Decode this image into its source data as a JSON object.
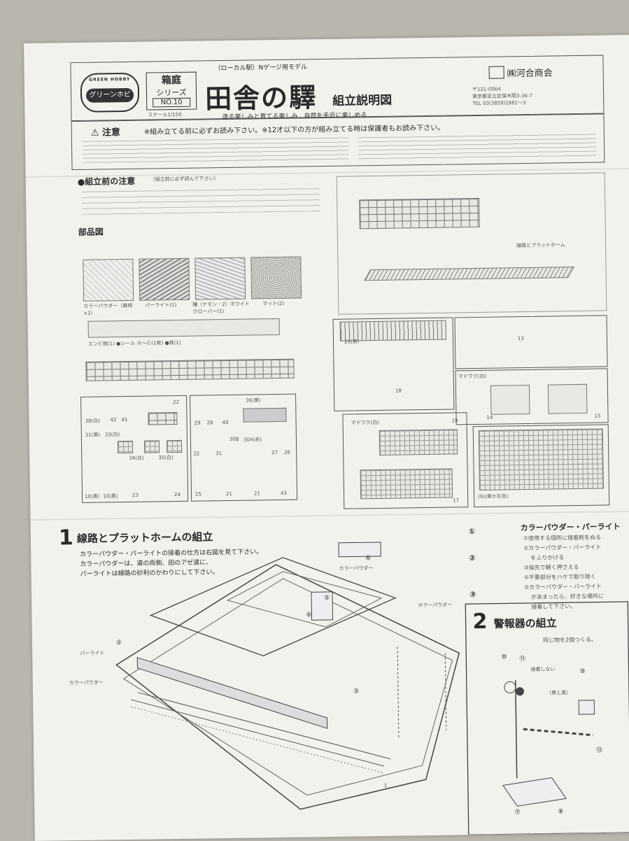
{
  "header": {
    "logo_top": "GREEN HOBBY",
    "logo_main": "グリーンホビー",
    "series_label": "箱庭",
    "series_sub": "シリーズ",
    "series_no": "NO.10",
    "scale": "スケール1/150",
    "subtitle": "（ローカル駅）Nゲージ用モデル",
    "title": "田舎の驛",
    "title_suffix": "組立説明図",
    "tagline": "造る楽しみと育てる楽しみ　自然を手近に楽しめる",
    "company": "㈱河合商会",
    "address1": "〒121-0064",
    "address2": "東京都足立区保木間3-36-7",
    "tel": "TEL 03(3859)1881〜3"
  },
  "caution": {
    "title": "注意",
    "text": "※組み立てる前に必ずお読み下さい。※12才以下の方が組み立てる時は保護者もお読み下さい。"
  },
  "pre_assembly": {
    "title": "●組立前の注意",
    "note": "（組立前に必ず読んで下さい）"
  },
  "parts": {
    "title": "部品図",
    "swatches": [
      {
        "label": "カラーパウダー（黄緑×1）"
      },
      {
        "label": "パーライト(1)"
      },
      {
        "label": "種（ナモン・2）ホワイトクローバー(1)"
      },
      {
        "label": "マット(2)"
      }
    ],
    "row_text": "エンビ板(1) ●シール Ⓐ〜Ⓒ(1枚) ●鉄(1)",
    "group_labels": [
      "38(白)",
      "42",
      "41",
      "22",
      "29",
      "28",
      "40",
      "36(黄)",
      "31(黒)",
      "33(白)",
      "34(白)",
      "35(白)",
      "32",
      "31",
      "30B",
      "30A(赤)",
      "27",
      "26",
      "10(黒)",
      "10(黒)",
      "23",
      "24",
      "25",
      "21",
      "21",
      "43"
    ]
  },
  "diagram_labels": {
    "platform": "線路とプラットホーム",
    "mado": "マドワク(白)",
    "mado2": "マドワク(白)",
    "n13": "13",
    "n18": "18",
    "n19": "19",
    "n14": "14",
    "n15": "15",
    "n17": "17",
    "n20": "20(黄)",
    "n16": "(9)(黄か灰色)"
  },
  "step1": {
    "num": "1",
    "title": "線路とプラットホームの組立",
    "line1": "カラーパウダー・パーライトの接着の仕方は右図を見て下さい。",
    "line2": "カラーパウダーは、道の両側、田のアゼ道に、",
    "line3": "パーライトは線路の砂利のかわりにして下さい。",
    "labels": {
      "perlite": "パーライト",
      "powder_left": "カラーパウダー",
      "powder_top": "カラーパウダー",
      "powder_right": "カラーパウダー",
      "c2": "②",
      "c3": "③",
      "c4": "④",
      "c5": "⑤",
      "c6": "⑥",
      "n1": "1"
    }
  },
  "powder_box": {
    "title": "カラーパウダー・パーライト",
    "steps": [
      "①使用する個所に接着剤をぬる",
      "②カラーパウダー・パーライト",
      "をふりかける",
      "③指先で軽く押さえる",
      "④不要部分をハケで取り除く",
      "⑤カラーパウダー・パーライト",
      "があまったら、好きな場所に",
      "接着して下さい。"
    ],
    "icons": [
      "①",
      "②",
      "③"
    ]
  },
  "step2": {
    "num": "2",
    "title": "警報器の組立",
    "note": "同じ物を2個つくる。",
    "no_glue": "接着しない",
    "color": "（黄と黒）",
    "labels": [
      "⑩",
      "⑪",
      "⑨",
      "⑫",
      "⑦",
      "⑧"
    ]
  }
}
